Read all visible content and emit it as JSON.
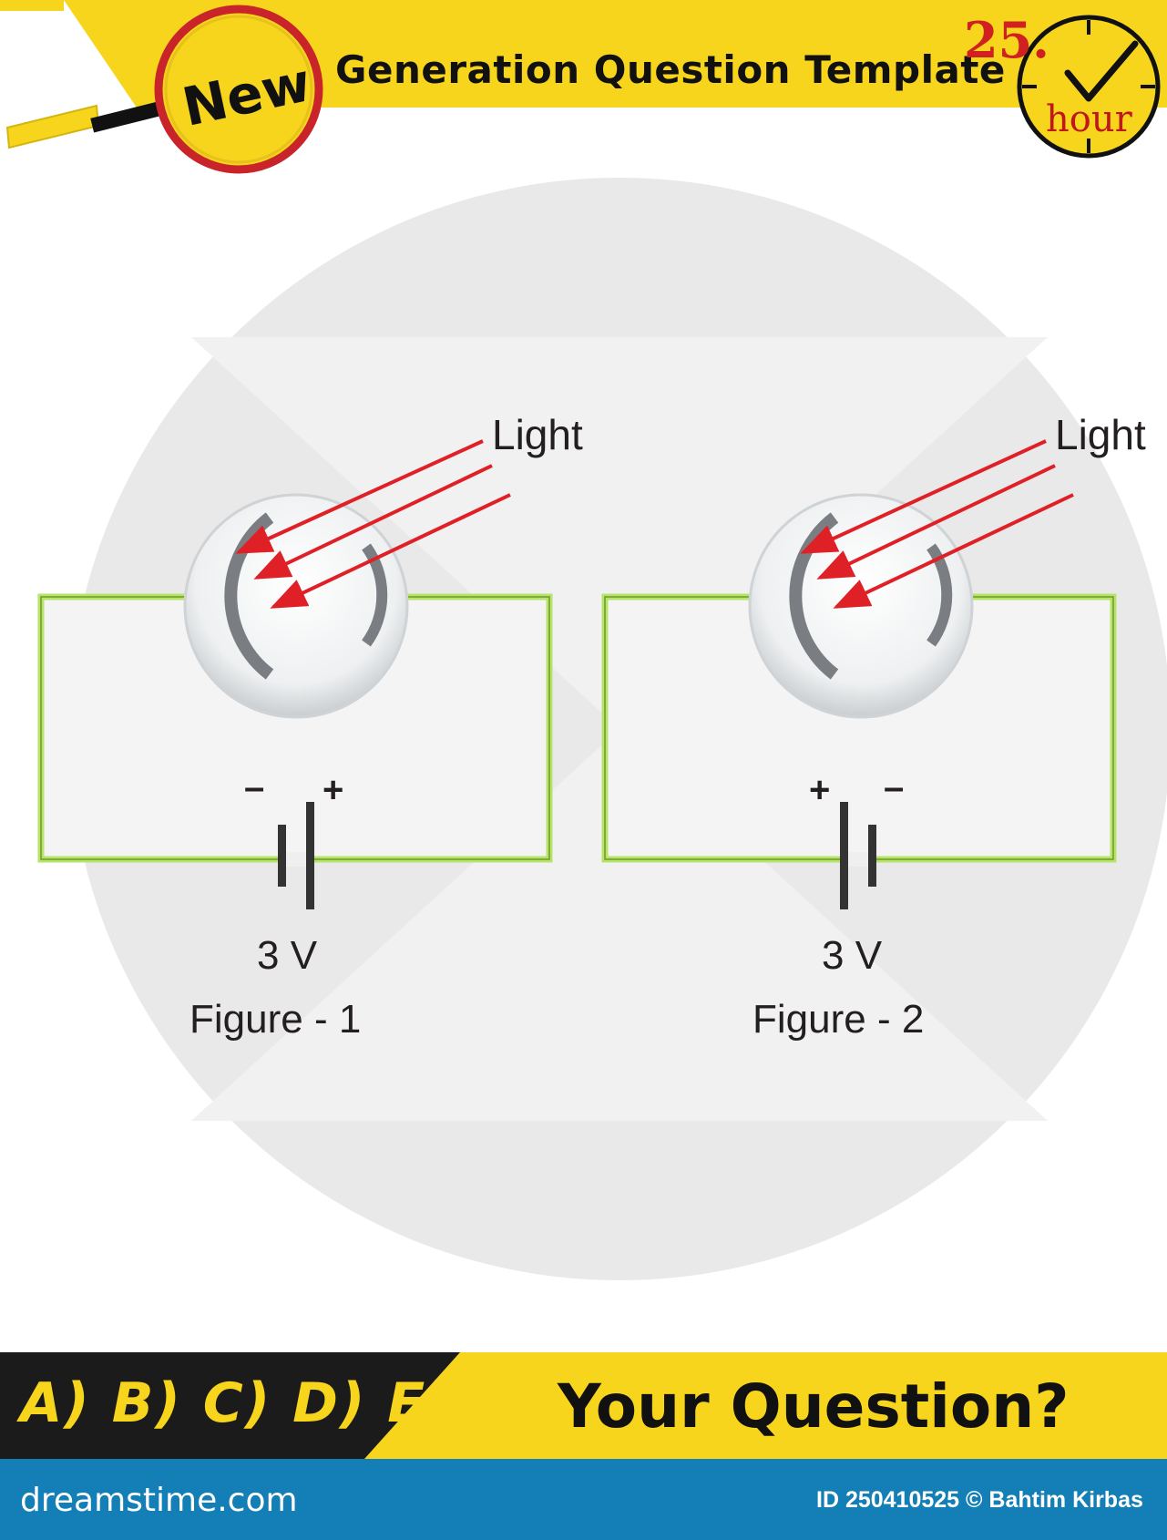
{
  "header": {
    "badge": "New",
    "title": "Generation Question Template",
    "timer": {
      "number": "25.",
      "unit": "hour"
    },
    "colors": {
      "band": "#f7d51d",
      "badge_ring": "#c8242a"
    }
  },
  "figures": [
    {
      "light_label": "Light",
      "sign_left": "–",
      "sign_right": "+",
      "voltage": "3 V",
      "caption": "Figure - 1"
    },
    {
      "light_label": "Light",
      "sign_left": "+",
      "sign_right": "–",
      "voltage": "3 V",
      "caption": "Figure - 2"
    }
  ],
  "footer": {
    "answers": "A) B) C) D) E)",
    "question": "Your Question?"
  },
  "watermark": {
    "brand": "dreamstime.com",
    "credit": "ID 250410525 © Bahtim Kirbas"
  },
  "colors": {
    "wire": "#b7e36a",
    "arrow": "#e02027",
    "circle_bg": "#e9e9e9",
    "brand_bar": "#137fb6"
  }
}
